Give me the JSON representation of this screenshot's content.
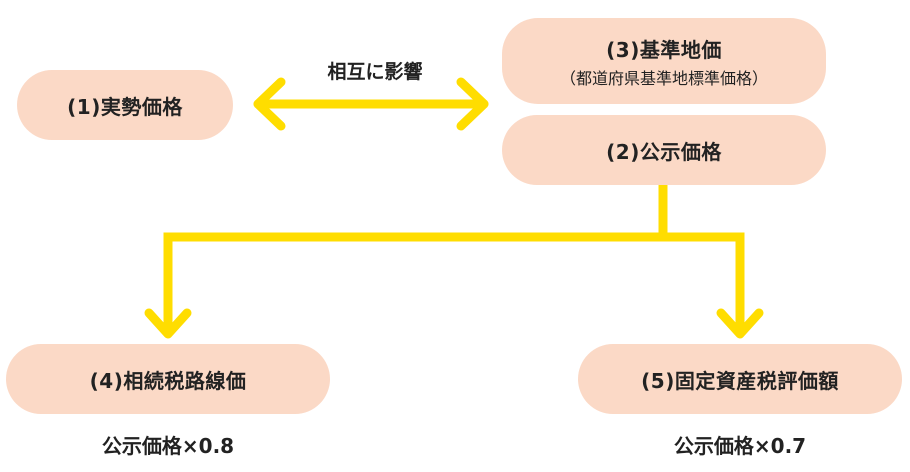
{
  "diagram": {
    "nodes": [
      {
        "id": "1",
        "label": "(1)実勢価格"
      },
      {
        "id": "2",
        "label": "(2)公示価格"
      },
      {
        "id": "3",
        "label": "(3)基準地価",
        "sublabel": "（都道府県基準地標準価格）"
      },
      {
        "id": "4",
        "label": "(4)相続税路線価",
        "note": "公示価格×0.8"
      },
      {
        "id": "5",
        "label": "(5)固定資産税評価額",
        "note": "公示価格×0.7"
      }
    ],
    "edges": [
      {
        "from": "1",
        "to": "3/2",
        "type": "bidirectional",
        "label": "相互に影響"
      },
      {
        "from": "2",
        "to": "4",
        "type": "directed"
      },
      {
        "from": "2",
        "to": "5",
        "type": "directed"
      }
    ],
    "colors": {
      "node_fill": "#fbd9c6",
      "arrow": "#ffdd00",
      "text": "#222222"
    }
  }
}
